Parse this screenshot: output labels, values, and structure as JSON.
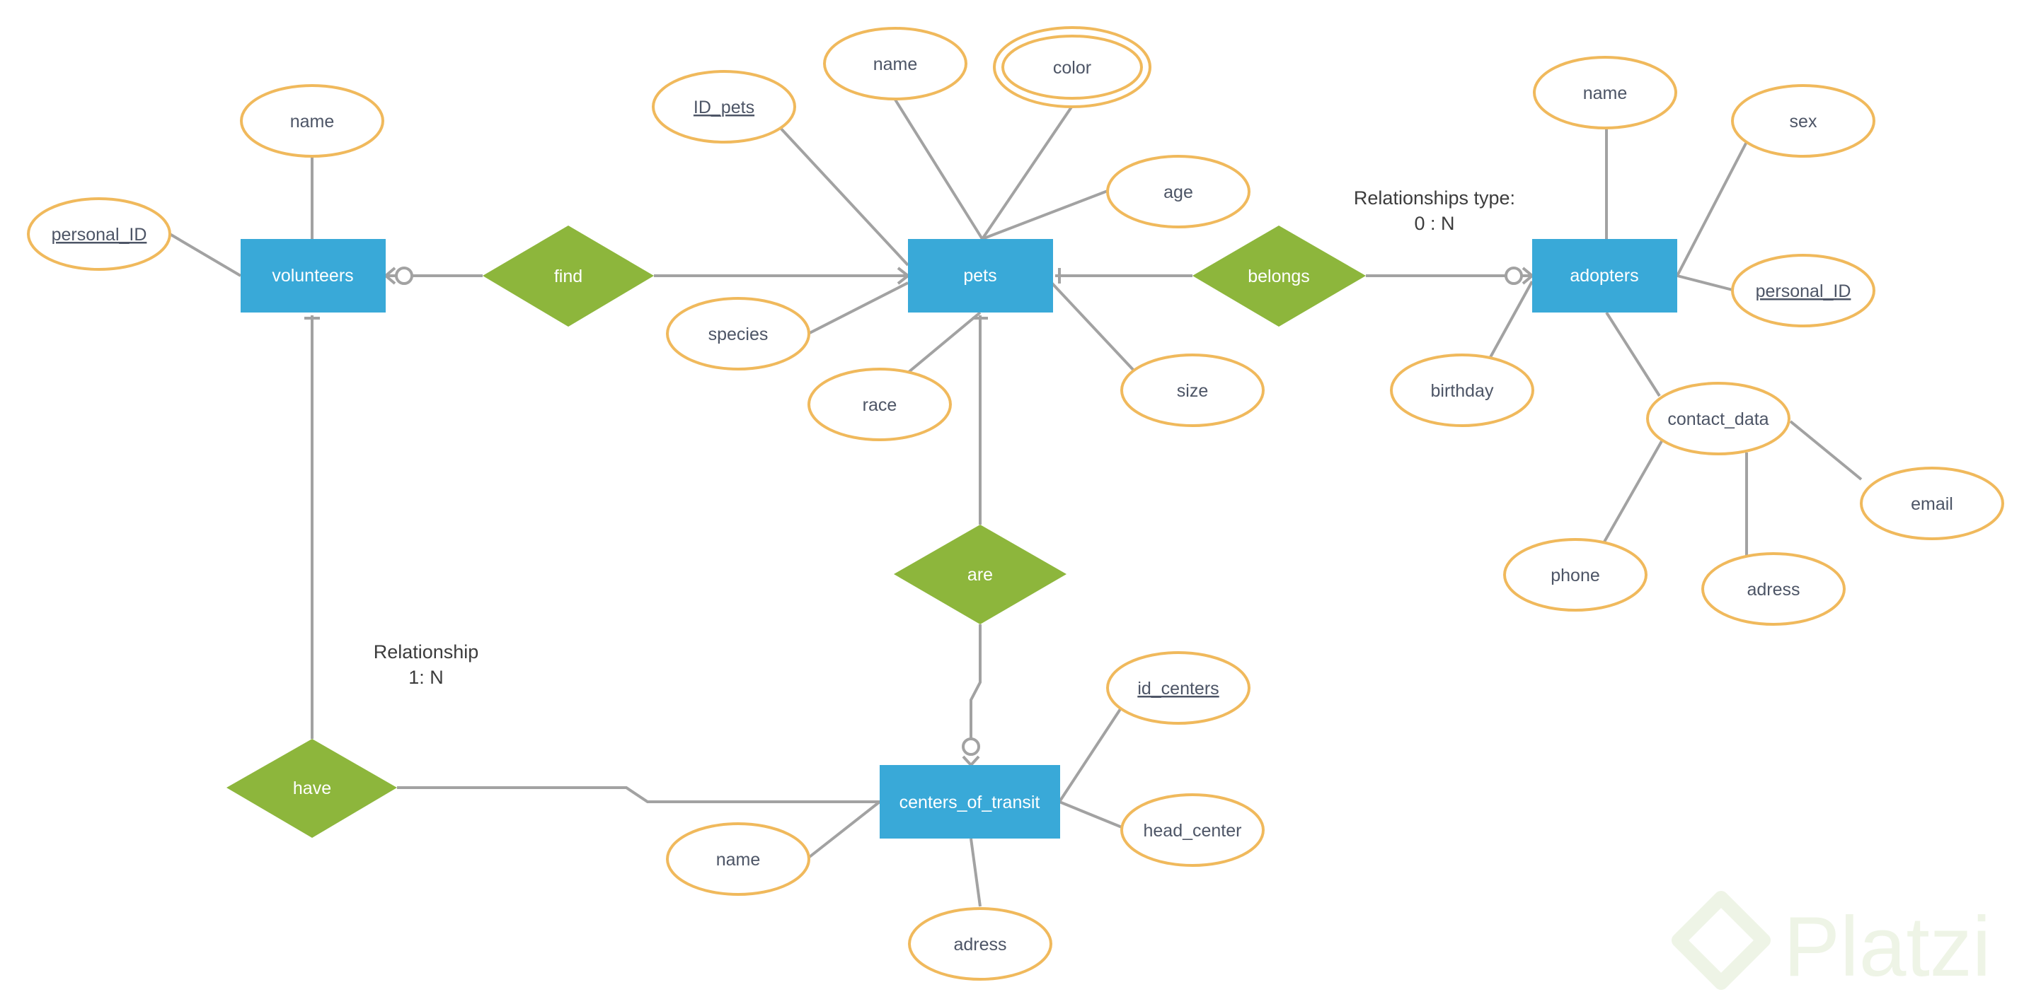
{
  "colors": {
    "entity": "#39a9d8",
    "relationship": "#8db63c",
    "attribute_stroke": "#f0b95c",
    "line": "#a2a2a2",
    "attribute_text": "#4d5566",
    "note_text": "#3c3c3c",
    "watermark": "#eef4e6"
  },
  "entities": {
    "volunteers": "volunteers",
    "pets": "pets",
    "adopters": "adopters",
    "centers": "centers_of_transit"
  },
  "relationships": {
    "find": "find",
    "belongs": "belongs",
    "are": "are",
    "have": "have"
  },
  "attributes": {
    "volunteers": {
      "name": "name",
      "personal_id": "personal_ID"
    },
    "pets": {
      "id": "ID_pets",
      "name": "name",
      "color": "color",
      "age": "age",
      "species": "species",
      "race": "race",
      "size": "size"
    },
    "adopters": {
      "name": "name",
      "sex": "sex",
      "personal_id": "personal_ID",
      "birthday": "birthday",
      "contact_data": "contact_data",
      "email": "email",
      "phone": "phone",
      "adress": "adress"
    },
    "centers": {
      "id": "id_centers",
      "head": "head_center",
      "name": "name",
      "adress": "adress"
    }
  },
  "notes": {
    "relationships_type_title": "Relationships type:",
    "relationships_type_value": "0 : N",
    "relationship_title": "Relationship",
    "relationship_value": "1: N"
  },
  "watermark": {
    "text": "Platzi",
    "icon": "platzi-logo-icon"
  }
}
